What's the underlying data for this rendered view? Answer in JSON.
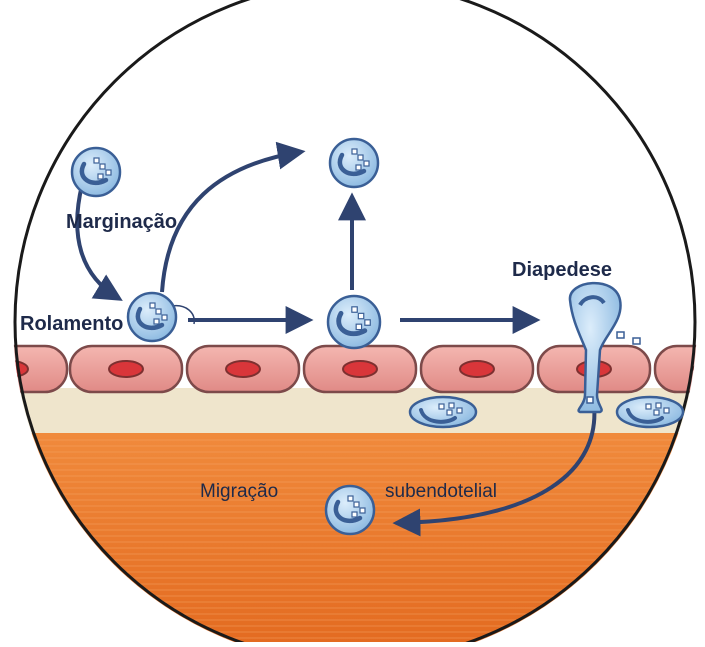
{
  "labels": {
    "margination": "Marginação",
    "rolling": "Rolamento",
    "diapedesis": "Diapedese",
    "migration": "Migração",
    "subendothelial": "subendotelial"
  },
  "colors": {
    "lumen": "#ffffff",
    "endothelial_cell": "#e89a95",
    "nucleus": "#d9363a",
    "basement_membrane": "#efe5cc",
    "tissue": "#e8782c",
    "leukocyte": "#9fc6e6",
    "leukocyte_outline": "#3a5f96",
    "arrow": "#2f4370"
  },
  "icons": {
    "cell": "leukocyte-icon",
    "endothelium": "endothelial-cell-icon"
  }
}
